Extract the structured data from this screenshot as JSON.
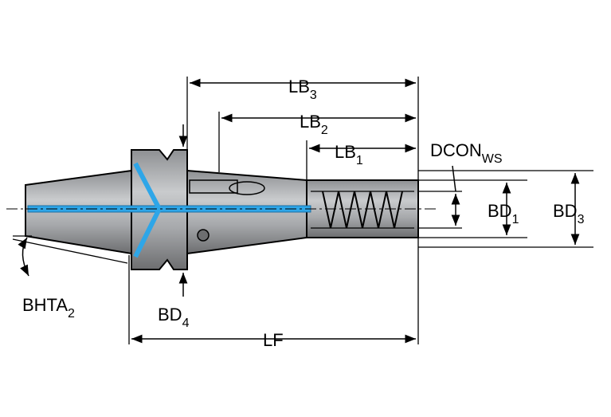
{
  "labels": {
    "lb3": "LB3",
    "lb2": "LB2",
    "lb1": "LB1",
    "dcon_ws": "DCONWS",
    "bd1": "BD1",
    "bd3": "BD3",
    "bd4": "BD4",
    "bhta2": "BHTA2",
    "lf": "LF"
  },
  "colors": {
    "body": "#a7a9ac",
    "body_dark": "#6d6e70",
    "coolant": "#2ea6e8",
    "outline": "#000000"
  },
  "icons": {
    "dimension_arrow": "dimension-arrow-icon"
  }
}
